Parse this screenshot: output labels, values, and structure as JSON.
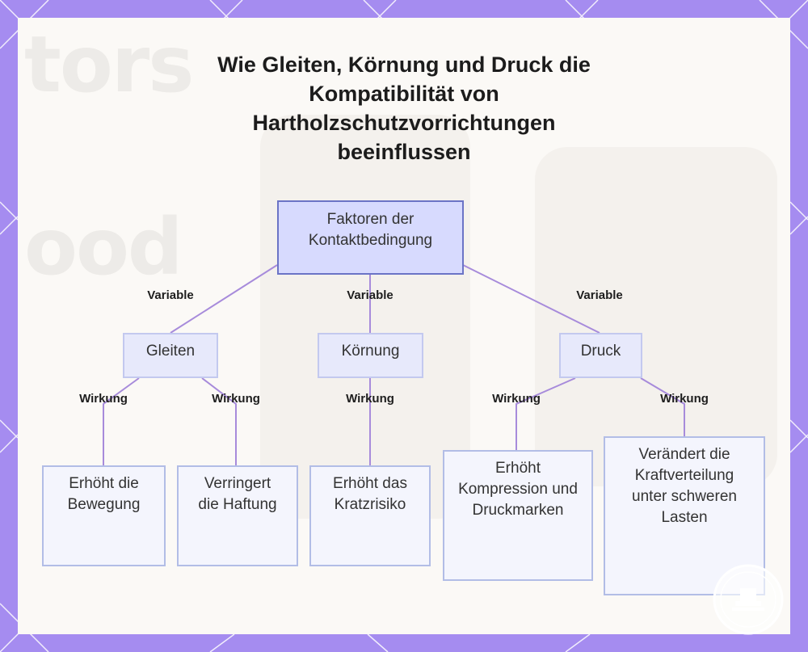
{
  "title": "Wie Gleiten, Körnung und Druck die Kompatibilität von Hartholzschutzvorrichtungen beeinflussen",
  "background_words": [
    "tors",
    "ood"
  ],
  "root": {
    "label": "Faktoren der Kontaktbedingung"
  },
  "edge_labels": {
    "variable": "Variable",
    "wirkung": "Wirkung"
  },
  "factors": [
    {
      "label": "Gleiten"
    },
    {
      "label": "Körnung"
    },
    {
      "label": "Druck"
    }
  ],
  "effects": [
    {
      "label": "Erhöht die Bewegung"
    },
    {
      "label": "Verringert die Haftung"
    },
    {
      "label": "Erhöht das Kratzrisiko"
    },
    {
      "label": "Erhöht Kompression und Druckmarken"
    },
    {
      "label": "Verändert die Kraftverteilung unter schweren Lasten"
    }
  ],
  "colors": {
    "frame": "#a58cf0",
    "edge": "#a78bdb",
    "root_fill": "#d7dafe",
    "root_border": "#6b74c6",
    "node_fill": "#f4f5fd",
    "node_border": "#b2bde6"
  }
}
